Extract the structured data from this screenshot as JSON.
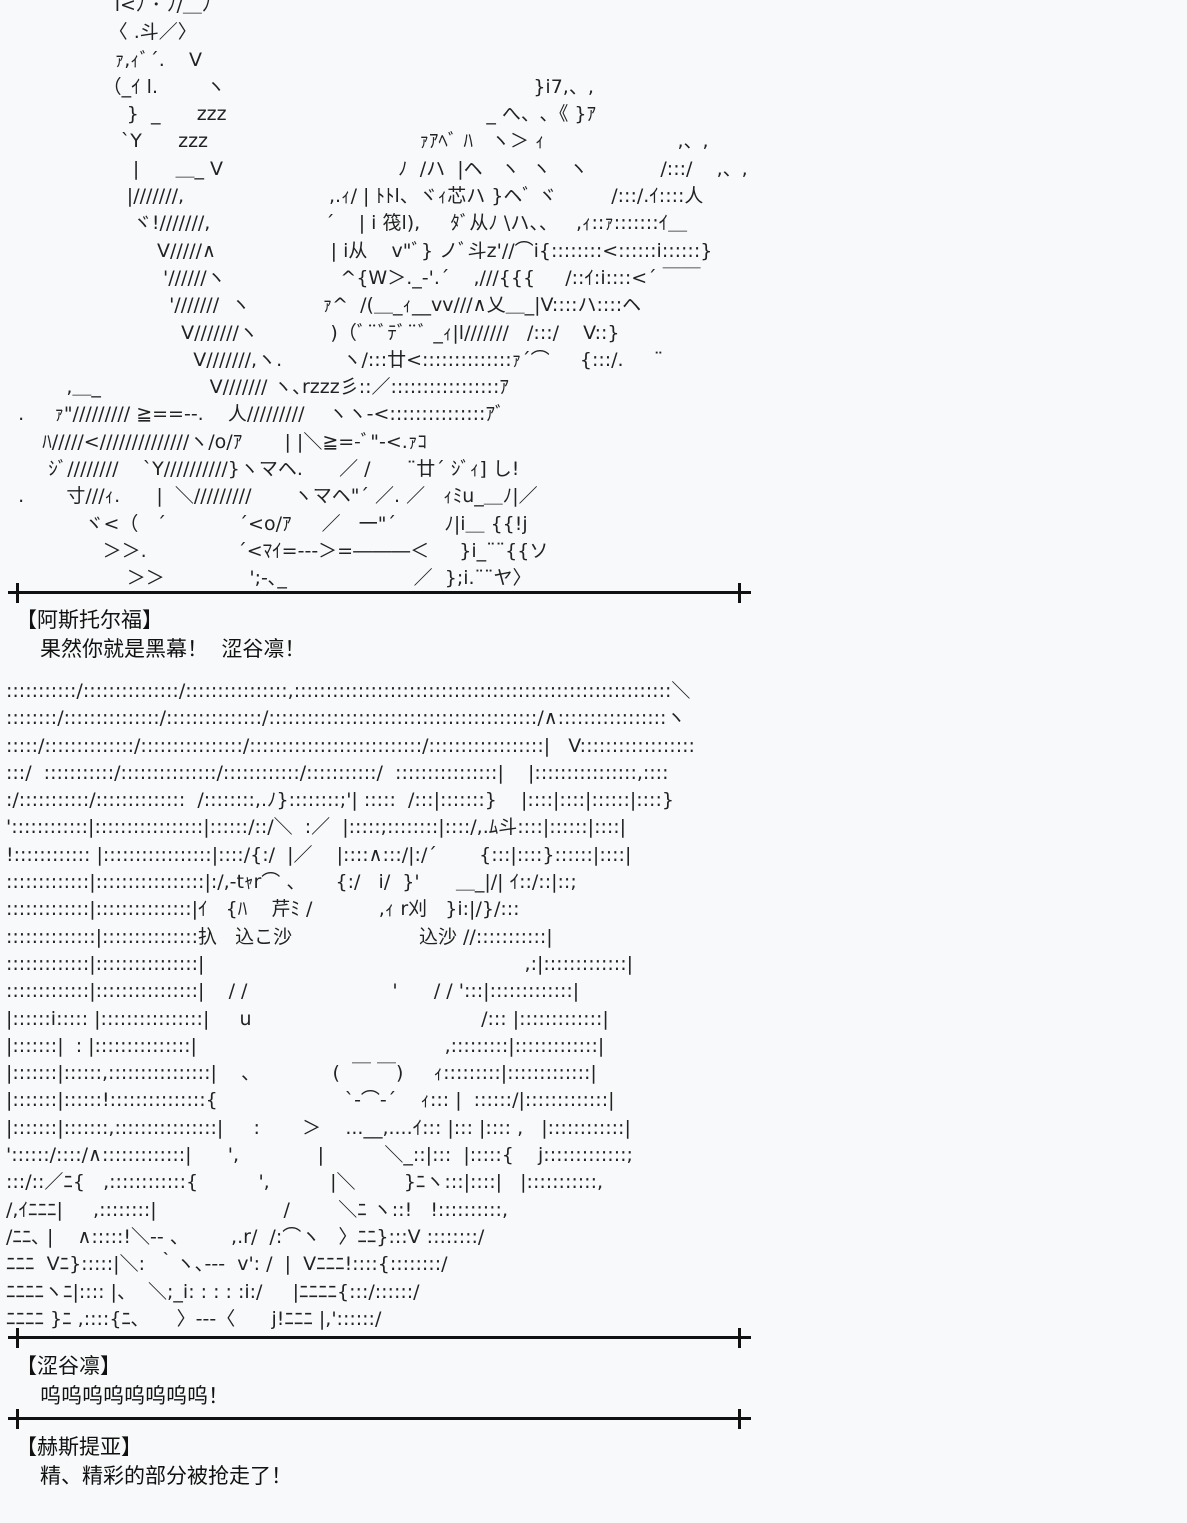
{
  "art": {
    "top": "                  l<ﾉ ･ ﾉ/＿ﾉ\n                 〈 .斗／〉\n                  ｧ,ｨﾞ´.    V\n                （_ｲ l.        ヽ                                                   }i7,、,\n                    }  _      zzz                                           _ へ、､《 }ｱ\n                   `Y      zzz                                   ｧｱﾍﾞ ﾊ   ヽ＞ ｨ                      ,、,\n                     |      ＿_ V                             ﾉ  /ハ  |ヘ   ヽ  ヽ   ヽ            /:::/    ,、,\n                    |///////,                        ,.ｨ/ | ﾄﾄl、ヾｨ芯ハ }ヘﾞ ヾ         /:::/.ｲ::::人\n                     ヾ!///////,                   ´    | i 筏l),     ﾀﾞ从ﾉ \\ハ、、   ,ｨ::ｧ:::::::ｲ＿\n                         V/////∧                   | i从    v\"ﾞ} ノﾞ斗z'//⌒i{::::::::<::::::i::::::}\n                          '//////ヽ                   ^{W＞._-'.´    ,///{{{     /::ｲ:i::::<´ ￣￣\n                           '///////  ヽ            ｧ^  /(＿_ｨ__vv///∧乂＿_|V::::ハ::::ヘ\n                             V///////ヽ            )（ﾞ¨ﾞﾃﾞ¨ﾞ _ｨ|l///////   /:::/    V::}\n                               V///////,ヽ.          ヽ/:::廿<::::::::::::::ｧ´⌒     {:::/.     ¨\n          ,＿_                  V/////// ヽ､rzzz彡::／:::::::::::::::::ｱ\n  .     ｧ\"///////// ≧==--.    人/////////    ヽヽ-<:::::::::::::::ｱﾞ\n      ﾊ/////<//////////////ヽ/o/ｱ       | |＼≧=-ﾞ\"-<.ｧｺ\n       ｼﾞ////////    `Y//////////}ヽマヘ.      ／ /      ¨廿´ ｼﾞｨ] し!\n  .       寸///ｨ.      |  ＼/////////       ヽマヘ\"´ ／. ／   ｨﾐu_＿ﾉ|／\n             ヾ<（   ´            ´<o/ｱ     ／   一\"´        ﾉ|i＿ {{!j\n                ＞＞.               ´<ﾏｲ=---＞=―――＜     }i_¨¨{{ソ\n                    ＞＞              ';-､_                     ／  };i.¨¨ヤ〉",
    "middle": ":::::::::::/:::::::::::::::/::::::::::::::::,:::::::::::::::::::::::::::::::::::::::::::::::::::::::::::＼\n::::::::/:::::::::::::::/:::::::::::::::/::::::::::::::::::::::::::::::::::::::::::/∧:::::::::::::::::ヽ\n:::::/::::::::::::::/::::::::::::::::/:::::::::::::::::::::::::::/::::::::::::::::::|   V::::::::::::::::::\n:::/  :::::::::::/:::::::::::::::/::::::::::::/:::::::::::/  ::::::::::::::::|    |::::::::::::::::,::::\n:/:::::::::::/::::::::::::::  /::::::::,.ﾉ}::::::::;'| :::::  /:::|:::::::}    |::::|::::|::::::|::::}\n'::::::::::::|:::::::::::::::::|::::::/::/＼  :／  |:::::;::::::::|::::/,.ﾑ斗::::|::::::|::::|\n!:::::::::::: |:::::::::::::::::|::::/{:/  |／    |::::∧:::/|:/´       {:::|::::}::::::|::::|\n:::::::::::::|:::::::::::::::::|:/,-tｬr⌒ 、     {:/   i/  }'      ＿_|/| ｲ::/::|::;\n:::::::::::::|:::::::::::::::|ｲ   {ﾊ    芹ﾐ /           ,ｨ r刈   }i:|/}/:::\n::::::::::::::|:::::::::::::::扖   込こ沙                     込沙 //:::::::::::|\n:::::::::::::|::::::::::::::::|                                                     ,:|:::::::::::::|\n:::::::::::::|::::::::::::::::|    / /                        '      / / ':::|:::::::::::::|\n|::::::i::::: |::::::::::::::::|     u                                      /::: |:::::::::::::|\n|:::::::|  : |:::::::::::::::|                                         ,:::::::::|:::::::::::::|\n|:::::::|::::::,::::::::::::::::|    、            (  ￣ ￣)     ｨ:::::::::|:::::::::::::|\n|:::::::|::::::!:::::::::::::::{                     `-⌒-´    ｨ::: |  ::::::/|:::::::::::::|\n|:::::::|:::::::,::::::::::::::::|     :       ＞    ...__,....ｲ::: |::: |:::: ,   |::::::::::::|\n'::::::/::::/∧:::::::::::::|      ',             |          ＼_::|:::  |:::::{    j:::::::::::::;\n:::/::／ﾆ{   ,::::::::::::{          ',          |＼        }ﾆヽ:::|::::|   |:::::::::::,\n/,ｲﾆﾆﾆ|     ,::::::::|                     /        ＼ﾆ ヽ::!   !::::::::::,\n/ﾆﾆ､ |    ∧:::::!＼-- 、       ,.r/  /:⌒ヽ   〉ﾆﾆ}:::V ::::::::/\nﾆﾆﾆ  Vﾆ}:::::|＼:  ｀ヽ､---  v': /  |  Vﾆﾆﾆ!::::{::::::::/\nﾆﾆﾆﾆヽﾆ|:::: |、  ＼;_i: : : : :i:/     |ﾆﾆﾆﾆ{:::/::::::/\nﾆﾆﾆﾆ }ﾆ ,::::{ﾆ､      〉---〈      j!ﾆﾆﾆ |,'::::::/"
  },
  "dialogue": [
    {
      "speaker": "【阿斯托尔福】",
      "line": "果然你就是黑幕！  涩谷凛！"
    },
    {
      "speaker": "【涩谷凛】",
      "line": "呜呜呜呜呜呜呜呜！"
    },
    {
      "speaker": "【赫斯提亚】",
      "line": "精、精彩的部分被抢走了！"
    }
  ]
}
